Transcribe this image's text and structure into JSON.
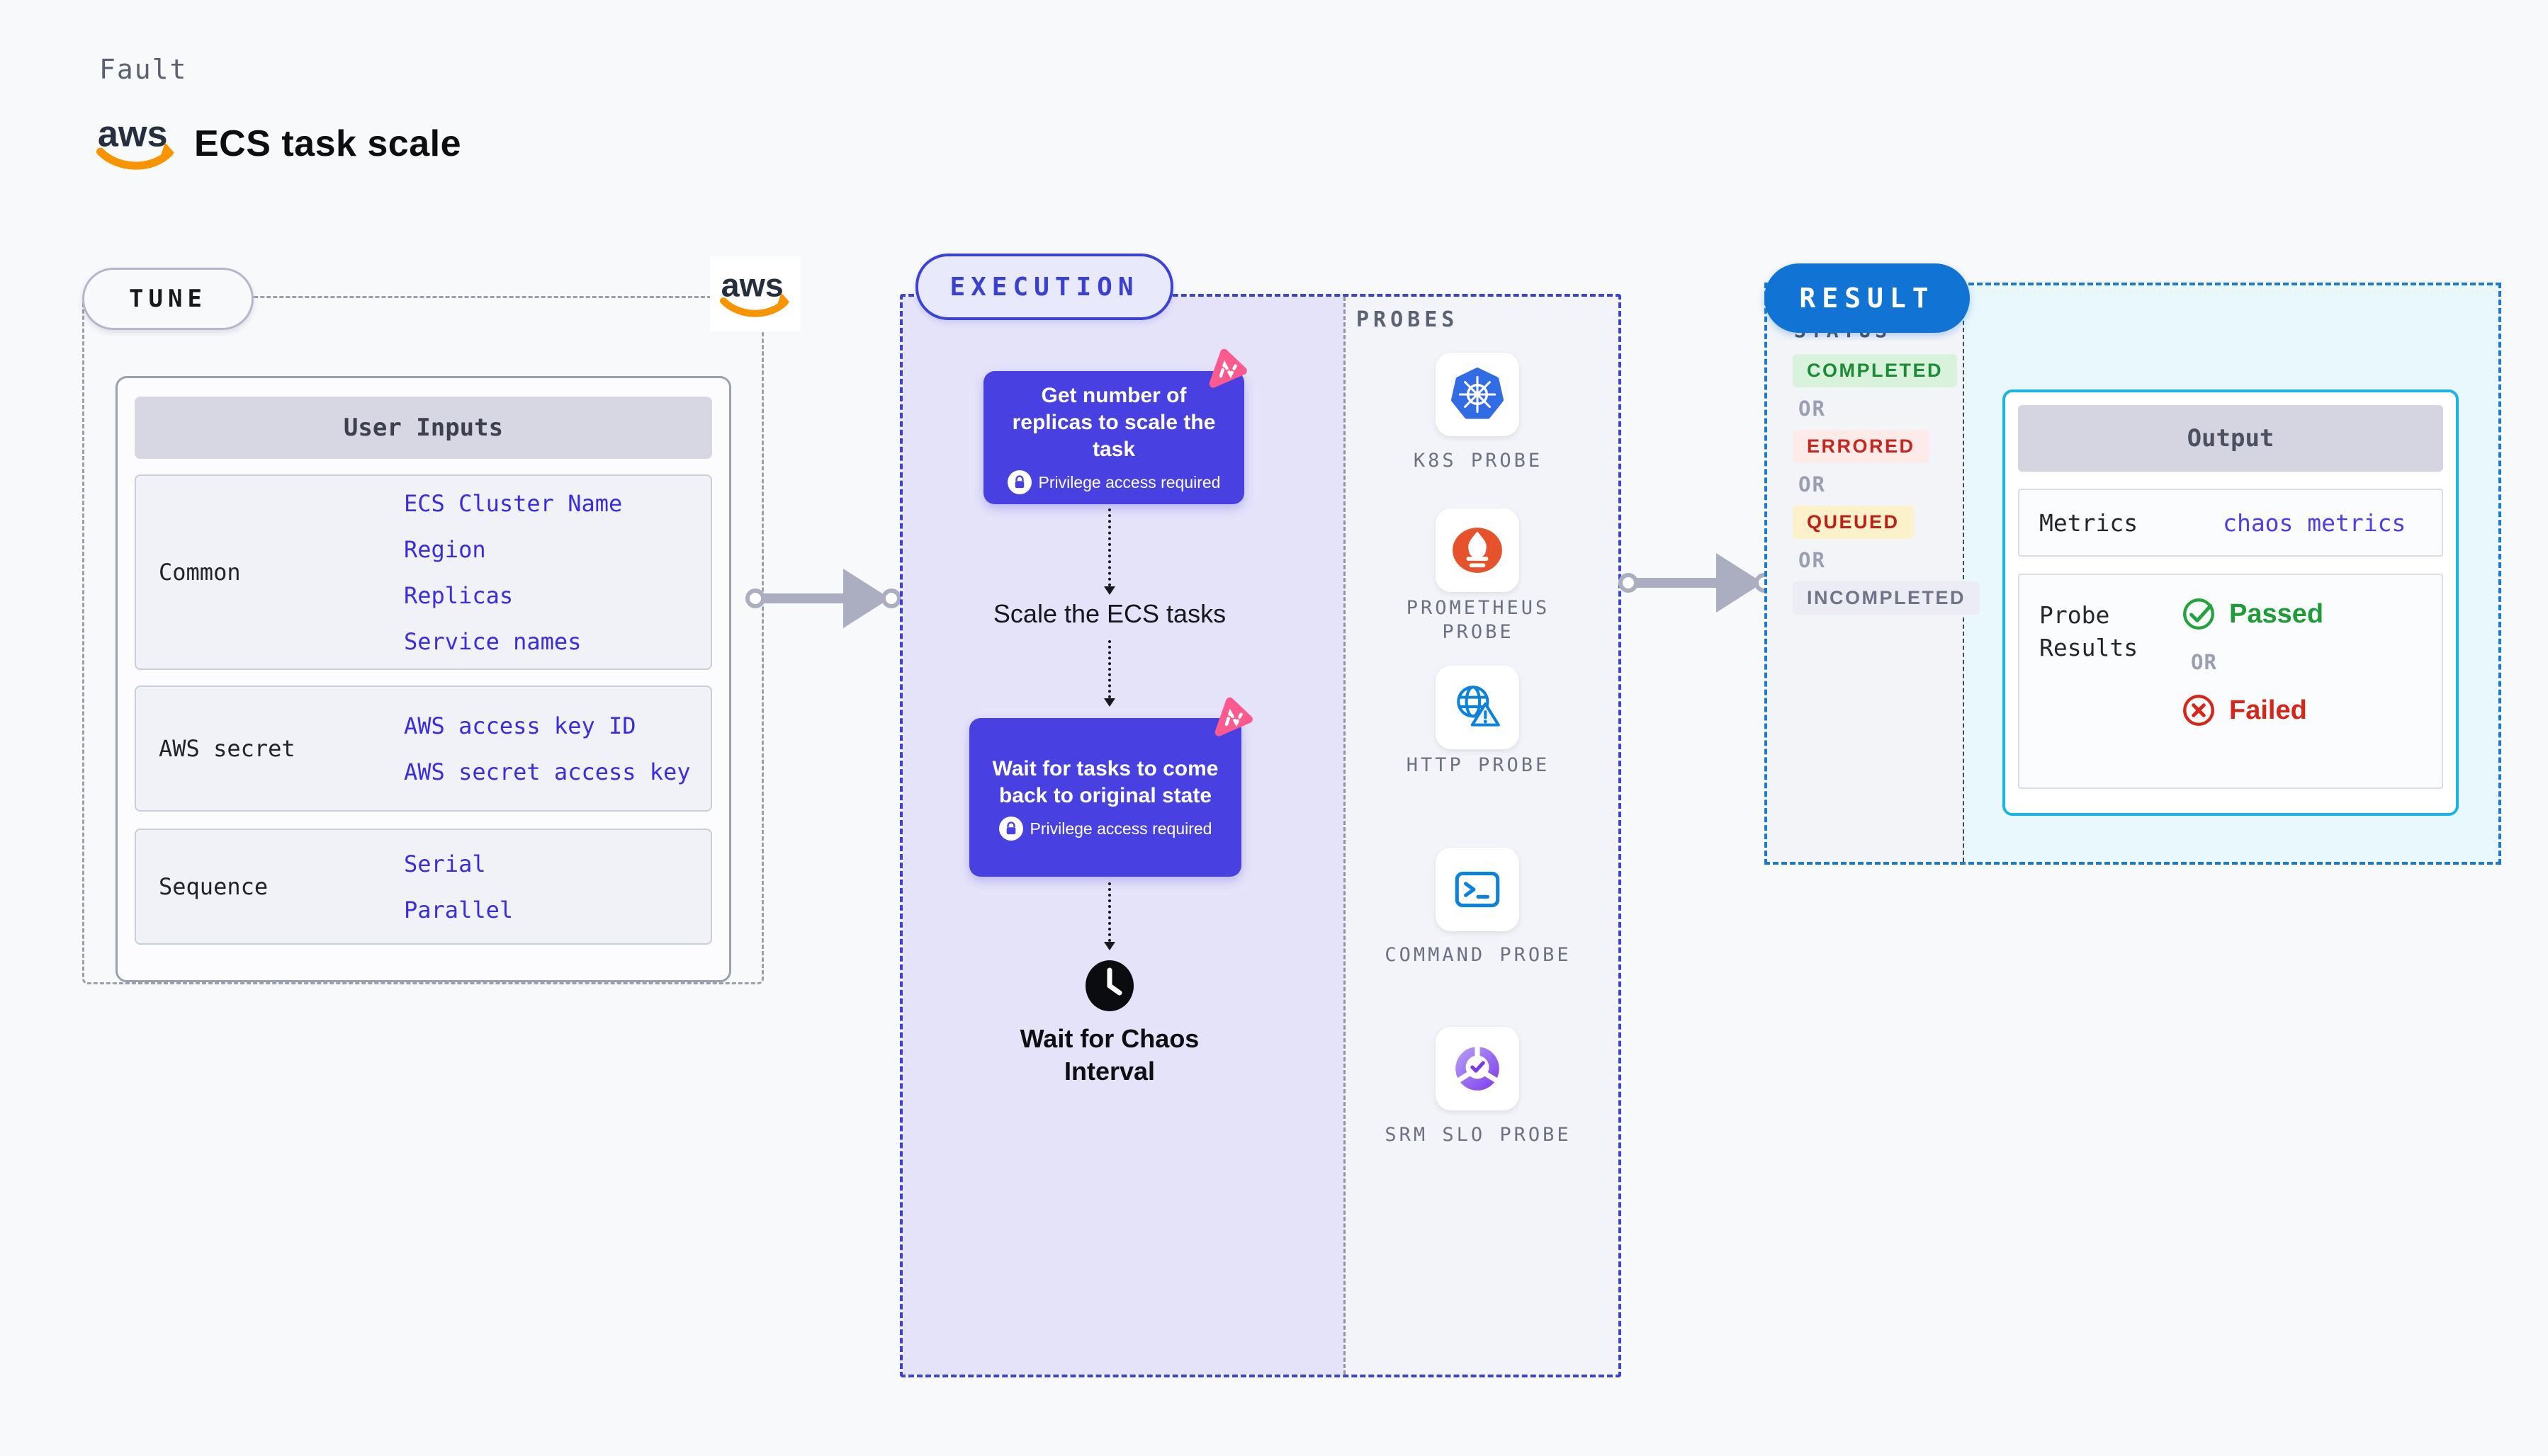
{
  "header": {
    "kicker": "Fault",
    "title": "ECS task scale"
  },
  "tune": {
    "pill": "TUNE",
    "user_inputs": {
      "header": "User Inputs",
      "rows": [
        {
          "label": "Common",
          "values": [
            "ECS Cluster Name",
            "Region",
            "Replicas",
            "Service names"
          ]
        },
        {
          "label": "AWS secret",
          "values": [
            "AWS access key ID",
            "AWS secret access key"
          ]
        },
        {
          "label": "Sequence",
          "values": [
            "Serial",
            "Parallel"
          ]
        }
      ]
    }
  },
  "execution": {
    "pill": "EXECUTION",
    "step1": {
      "title": "Get number of replicas to scale the task",
      "badge": "Privilege access required"
    },
    "between_text": "Scale the ECS tasks",
    "step2": {
      "title": "Wait for tasks to come back to original state",
      "badge": "Privilege access required"
    },
    "wait_label": "Wait for Chaos Interval",
    "probes": {
      "heading": "PROBES",
      "items": [
        {
          "label": "K8S PROBE",
          "icon": "kubernetes-icon"
        },
        {
          "label": "PROMETHEUS PROBE",
          "icon": "prometheus-icon"
        },
        {
          "label": "HTTP PROBE",
          "icon": "http-globe-icon"
        },
        {
          "label": "COMMAND PROBE",
          "icon": "terminal-icon"
        },
        {
          "label": "SRM SLO PROBE",
          "icon": "slo-pie-icon"
        }
      ]
    }
  },
  "result": {
    "pill": "RESULT",
    "status": {
      "heading": "STATUS",
      "completed": "COMPLETED",
      "errored": "ERRORED",
      "queued": "QUEUED",
      "incompleted": "INCOMPLETED",
      "or": "OR"
    },
    "output": {
      "header": "Output",
      "metrics_label": "Metrics",
      "metrics_value": "chaos metrics",
      "probe_results_label": "Probe Results",
      "passed": "Passed",
      "or": "OR",
      "failed": "Failed"
    }
  },
  "colors": {
    "accent_indigo": "#4840e0",
    "link_blue": "#3a2cdf",
    "exec_border": "#3b42d8",
    "result_blue": "#1173d4",
    "cyan_border": "#18b5e8",
    "green": "#1f9b38",
    "red": "#cc261c",
    "queued_bg": "#fdf1cb",
    "aws_orange": "#f79400",
    "pink": "#fa5a8e"
  }
}
